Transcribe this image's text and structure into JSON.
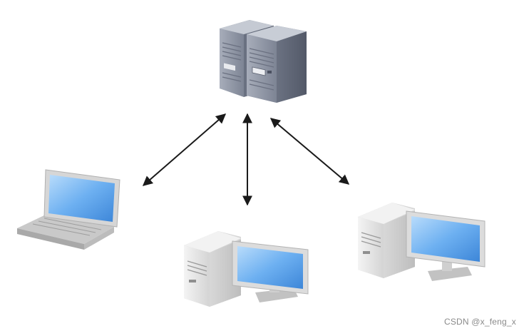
{
  "diagram": {
    "nodes": [
      {
        "id": "server",
        "icon": "server-rack-icon"
      },
      {
        "id": "laptop",
        "icon": "laptop-icon"
      },
      {
        "id": "desktop-center",
        "icon": "desktop-computer-icon"
      },
      {
        "id": "desktop-right",
        "icon": "desktop-computer-icon"
      }
    ],
    "connections": [
      {
        "from": "server",
        "to": "laptop",
        "direction": "bidirectional"
      },
      {
        "from": "server",
        "to": "desktop-center",
        "direction": "bidirectional"
      },
      {
        "from": "server",
        "to": "desktop-right",
        "direction": "bidirectional"
      }
    ],
    "colors": {
      "arrow": "#1a1a1a",
      "server_body": "#8c93a3",
      "screen": "#6aaef0",
      "device_body": "#e6e6e6"
    }
  },
  "watermark": {
    "text": "CSDN @x_feng_x"
  }
}
